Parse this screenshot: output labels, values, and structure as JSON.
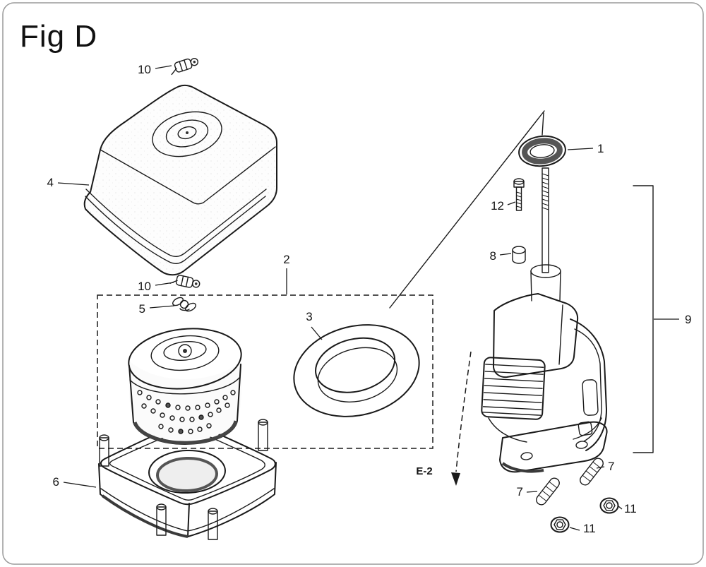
{
  "figure": {
    "title": "Fig D",
    "reference_label": "E-2"
  },
  "colors": {
    "line": "#1a1a1a",
    "background": "#ffffff",
    "border": "#9a9a9a",
    "shade_dark": "#444444",
    "stipple": "#999999"
  },
  "callouts": {
    "part1": "1",
    "part2": "2",
    "part3": "3",
    "part4": "4",
    "part5": "5",
    "part6": "6",
    "part7": "7",
    "part8": "8",
    "part9": "9",
    "part10": "10",
    "part11": "11",
    "part12": "12"
  }
}
